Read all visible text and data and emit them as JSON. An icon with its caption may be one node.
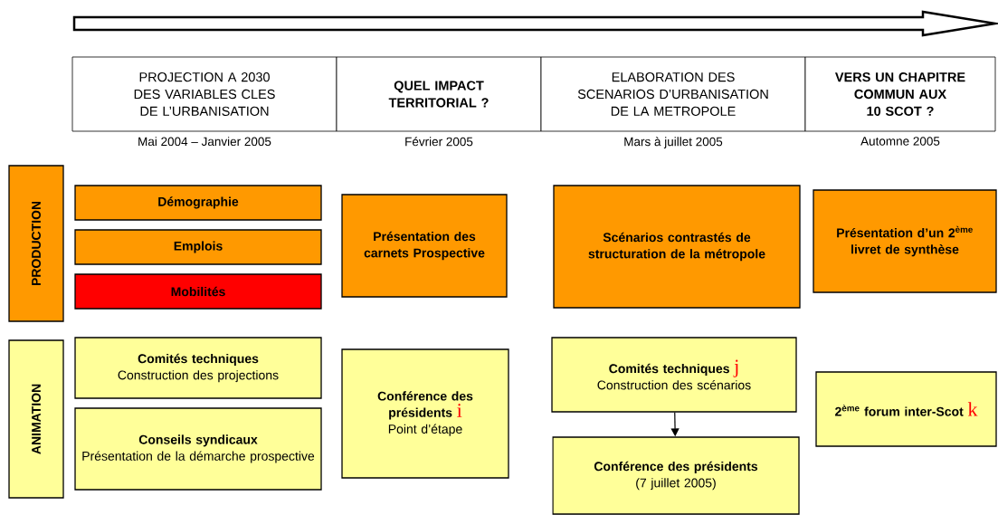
{
  "diagram": {
    "nodes": [
      {
        "text": [
          "PROJECTION A 2030 DES VARIABLES CLES DE L’URBANISATION"
        ],
        "beside": [
          "Mai 2004 – Janvier 2005"
        ]
      },
      {
        "text": [
          "QUEL IMPACT TERRITORIAL ?"
        ],
        "beside": [
          "Février 2005"
        ]
      },
      {
        "text": [
          "ELABORATION DES SCENARIOS D’URBANISATION DE LA METROPOLE"
        ],
        "beside": [
          "Mars à juillet 2005"
        ]
      },
      {
        "text": [
          "VERS UN CHAPITRE COMMUN AUX 10 SCOT ?"
        ],
        "beside": [
          "Automne 2005"
        ]
      },
      {
        "text": [
          "PRODUCTION"
        ]
      },
      {
        "text": [
          "ANIMATION"
        ]
      },
      {
        "text": [
          "Démographie"
        ]
      },
      {
        "text": [
          "Emplois"
        ]
      },
      {
        "text": [
          "Mobilités"
        ]
      },
      {
        "text": [
          "Présentation des carnets Prospective"
        ]
      },
      {
        "text": [
          "Scénarios contrastés de structuration de la métropole"
        ]
      },
      {
        "text": [
          "Présentation d’un 2$^{ème}$ livret de synthèse"
        ]
      },
      {
        "text": [
          "Comités techniques",
          "Construction des projections"
        ]
      },
      {
        "text": [
          "Conseils syndicaux",
          "Présentation de la démarche prospective"
        ]
      },
      {
        "text": [
          "Conférence des présidents",
          "i",
          "Point d’étape"
        ]
      },
      {
        "text": [
          "Comités techniques",
          "j",
          "Construction des scénarios"
        ]
      },
      {
        "text": [
          "Conférence des présidents",
          "(7 juillet 2005)"
        ]
      },
      {
        "text": [
          "2$^{ème}$ forum inter-Scot",
          "k"
        ]
      }
    ],
    "edges": [
      {
        "from": 15,
        "to": 16,
        "arrow": "to"
      }
    ]
  }
}
